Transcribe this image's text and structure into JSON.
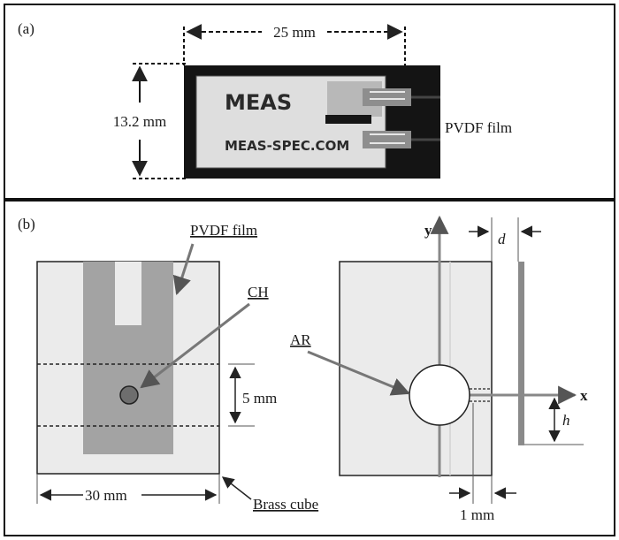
{
  "panel_a": {
    "label": "(a)",
    "width_dim": "25 mm",
    "height_dim": "13.2 mm",
    "film_label": "PVDF film",
    "sensor_brand": "MEAS",
    "sensor_url": "MEAS-SPEC.COM"
  },
  "panel_b": {
    "label": "(b)",
    "pvdf_label": "PVDF film",
    "ch_label": "CH",
    "ar_label": "AR",
    "gap_dim": "5 mm",
    "width_dim": "30 mm",
    "brass_label": "Brass cube",
    "hole_dim": "1 mm",
    "axis_x": "x",
    "axis_y": "y",
    "d_label": "d",
    "h_label": "h"
  }
}
